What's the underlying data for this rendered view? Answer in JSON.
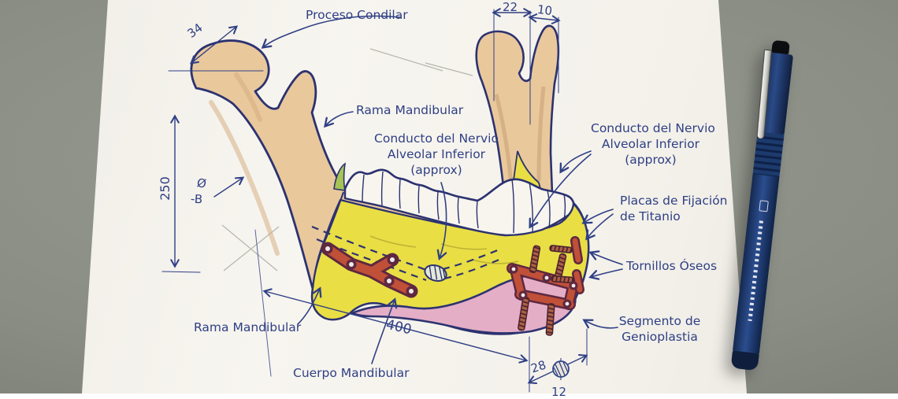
{
  "scene": {
    "desk_color": "#8a8d84",
    "paper_color": "#f4f2ec",
    "pen_color": "#1e3a6b"
  },
  "drawing": {
    "ink_color": "#2f3f85",
    "colors": {
      "bone": "#e9c89c",
      "body": "#e9de44",
      "chin": "#e3aec6",
      "plate": "#c05038",
      "plate_dark": "#5e2840",
      "teeth": "#f7f5ee",
      "green": "#a6c455",
      "canal_fill": "#e4e8d8"
    },
    "labels": {
      "proceso_condilar": "Proceso Condilar",
      "rama_mandibular_top": "Rama Mandibular",
      "conducto_center": {
        "l1": "Conducto del Nervio",
        "l2": "Alveolar Inferior",
        "l3": "(approx)"
      },
      "conducto_right": {
        "l1": "Conducto del Nervio",
        "l2": "Alveolar Inferior",
        "l3": "(approx)"
      },
      "placas": {
        "l1": "Placas de Fijación",
        "l2": "de Titanio"
      },
      "tornillos": "Tornillos Óseos",
      "segmento": {
        "l1": "Segmento de",
        "l2": "Genioplastia"
      },
      "rama_mandibular_bottom": "Rama Mandibular",
      "cuerpo_mandibular": "Cuerpo Mandibular"
    },
    "dimensions": {
      "d34": "34",
      "d250": "250",
      "d22": "22",
      "d10": "10",
      "d400": "400",
      "d28": "28",
      "d12": "12",
      "diam": "Ø",
      "diam_ref": "-B"
    }
  }
}
